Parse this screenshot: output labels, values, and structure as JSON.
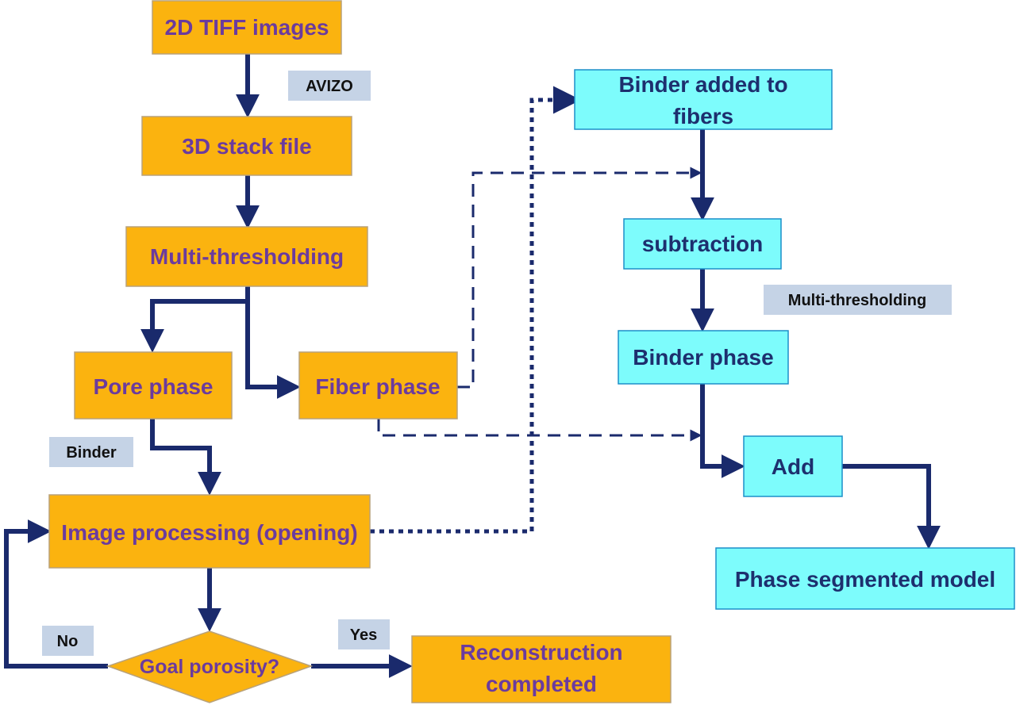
{
  "nodes": {
    "tiff": "2D TIFF images",
    "stack": "3D stack file",
    "multi": "Multi-thresholding",
    "pore": "Pore phase",
    "fiber": "Fiber phase",
    "imgproc": "Image processing (opening)",
    "goal": "Goal porosity?",
    "recon_line1": "Reconstruction",
    "recon_line2": "completed",
    "binder_added_line1": "Binder added to",
    "binder_added_line2": "fibers",
    "subtraction": "subtraction",
    "binder_phase": "Binder phase",
    "add": "Add",
    "segmented": "Phase segmented model"
  },
  "labels": {
    "avizo": "AVIZO",
    "binder": "Binder",
    "no": "No",
    "yes": "Yes",
    "multi_right": "Multi-thresholding"
  },
  "colors": {
    "orange": "#fbb30f",
    "cyan": "#7dfcfc",
    "label_bg": "#c5d3e6",
    "arrow": "#1a2a6c",
    "text_purple": "#6b3b9e",
    "text_navy": "#1d2f6e"
  }
}
